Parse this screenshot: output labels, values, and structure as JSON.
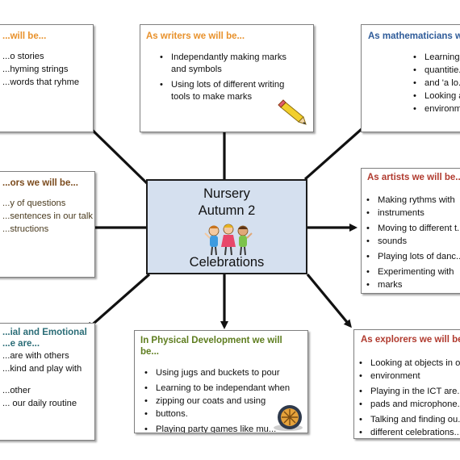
{
  "center": {
    "line1": "Nursery",
    "line2": "Autumn 2",
    "line3": "Celebrations"
  },
  "colors": {
    "orange": "#e8912b",
    "blue": "#2e5b99",
    "red": "#b03a2e",
    "teal": "#2b6d77",
    "olive": "#5e7d1f",
    "centerFill": "#d5e0ef"
  },
  "boxes": {
    "communicators": {
      "heading": "...will be...",
      "items": [
        "...o stories",
        "...hyming strings",
        "...words that ryhme"
      ]
    },
    "writers": {
      "heading": "As writers we will be...",
      "items": [
        "Independantly making marks and symbols",
        "Using lots of different writing tools to make marks"
      ]
    },
    "mathematicians": {
      "heading": "As mathematicians w...",
      "items": [
        "Learning",
        "quantitie...",
        "and 'a lo...",
        "Looking a...",
        "environm..."
      ]
    },
    "thinkers": {
      "heading": "...ors we will be...",
      "items": [
        "...y of questions",
        "...sentences in our talk",
        "...structions"
      ]
    },
    "artists": {
      "heading": "As artists we will be...",
      "items": [
        "Making rythms with",
        "instruments",
        "Moving to different t...",
        "sounds",
        "Playing lots of danc...",
        "Experimenting with",
        "marks"
      ]
    },
    "social": {
      "heading1": "...ial and Emotional",
      "heading2": "...e are...",
      "items": [
        "...are with others",
        "...kind and play with",
        "...other",
        "... our daily routine"
      ]
    },
    "physical": {
      "heading1": "In Physical Development we will",
      "heading2": "be...",
      "items": [
        "Using jugs and buckets to pour",
        "Learning to be independant when",
        "zipping our coats and using",
        "buttons.",
        "Playing party games like mu..."
      ]
    },
    "explorers": {
      "heading": "As explorers we will be...",
      "items": [
        "Looking at objects in o...",
        "environment",
        "Playing in the ICT are...",
        "pads and microphone...",
        "Talking and finding ou...",
        "different celebrations..."
      ]
    }
  },
  "icons": [
    "pencil-icon",
    "ball-icon",
    "children-clipart-icon",
    "arrow-icon"
  ]
}
